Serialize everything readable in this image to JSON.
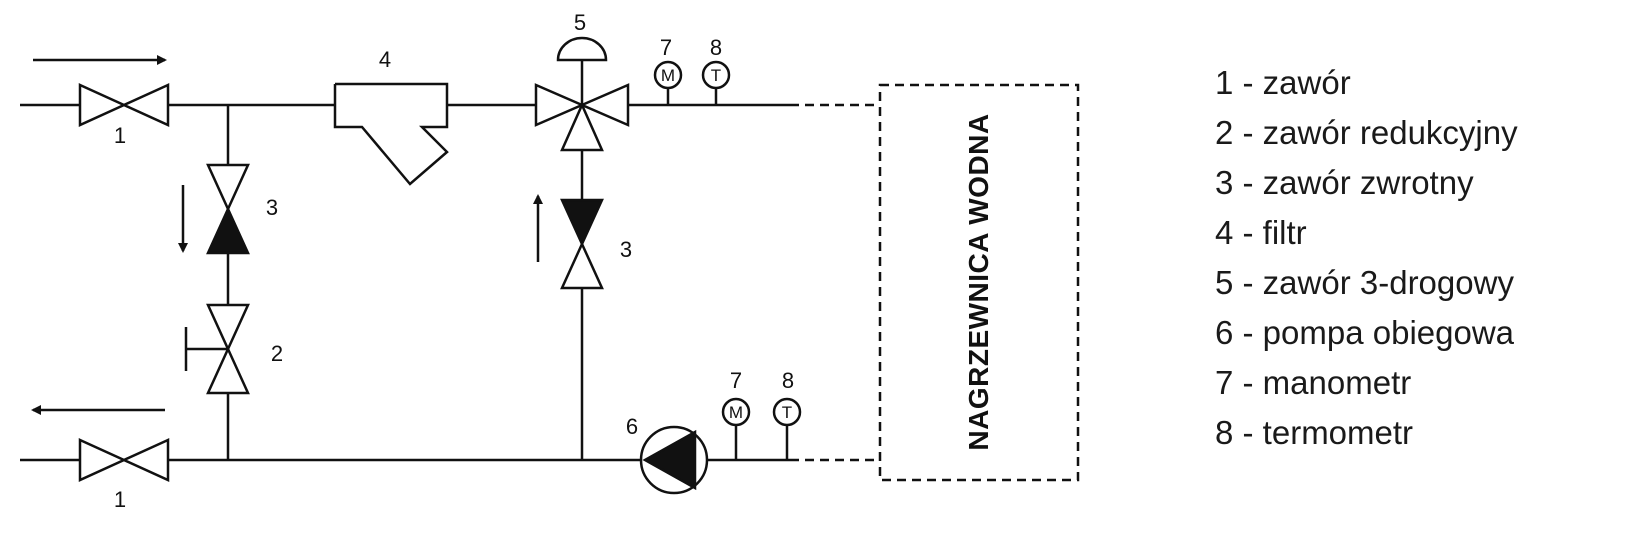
{
  "labels": {
    "valve_1": "1",
    "reducing_valve_2": "2",
    "check_valve_3": "3",
    "filter_4": "4",
    "three_way_valve_5": "5",
    "circulation_pump_6": "6",
    "manometer_7": "7",
    "thermometer_8": "8",
    "manometer_letter": "M",
    "thermometer_letter": "T"
  },
  "heater": {
    "label": "NAGRZEWNICA WODNA"
  },
  "legend": [
    "1 - zawór",
    "2 - zawór redukcyjny",
    "3 - zawór zwrotny",
    "4 - filtr",
    "5 - zawór 3-drogowy",
    "6 - pompa obiegowa",
    "7 - manometr",
    "8 - termometr"
  ],
  "colors": {
    "line": "#111111",
    "background": "#ffffff"
  }
}
